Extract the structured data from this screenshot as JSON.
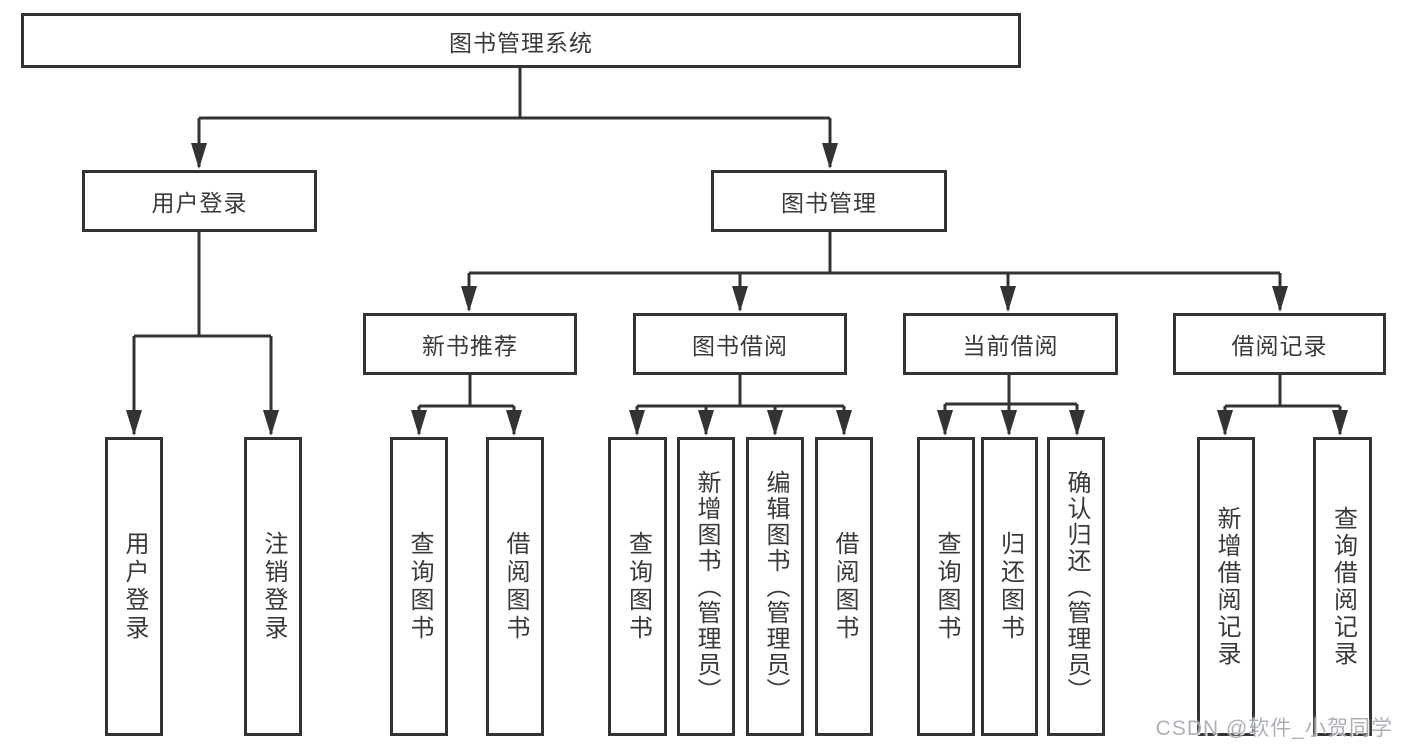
{
  "diagram": {
    "type": "tree",
    "root": {
      "label": "图书管理系统",
      "children": [
        {
          "label": "用户登录",
          "children": [
            {
              "label": "用户登录"
            },
            {
              "label": "注销登录"
            }
          ]
        },
        {
          "label": "图书管理",
          "children": [
            {
              "label": "新书推荐",
              "children": [
                {
                  "label": "查询图书"
                },
                {
                  "label": "借阅图书"
                }
              ]
            },
            {
              "label": "图书借阅",
              "children": [
                {
                  "label": "查询图书"
                },
                {
                  "label": "新增图书（管理员）"
                },
                {
                  "label": "编辑图书（管理员）"
                },
                {
                  "label": "借阅图书"
                }
              ]
            },
            {
              "label": "当前借阅",
              "children": [
                {
                  "label": "查询图书"
                },
                {
                  "label": "归还图书"
                },
                {
                  "label": "确认归还（管理员）"
                }
              ]
            },
            {
              "label": "借阅记录",
              "children": [
                {
                  "label": "新增借阅记录"
                },
                {
                  "label": "查询借阅记录"
                }
              ]
            }
          ]
        }
      ]
    }
  },
  "watermark": {
    "text": "CSDN @软件_小贺同学"
  },
  "colors": {
    "line": "#333333",
    "text": "#3a3a3a",
    "node-bg": "#ffffff",
    "canvas-bg": "#ffffff",
    "watermark": "#a6abb3"
  }
}
